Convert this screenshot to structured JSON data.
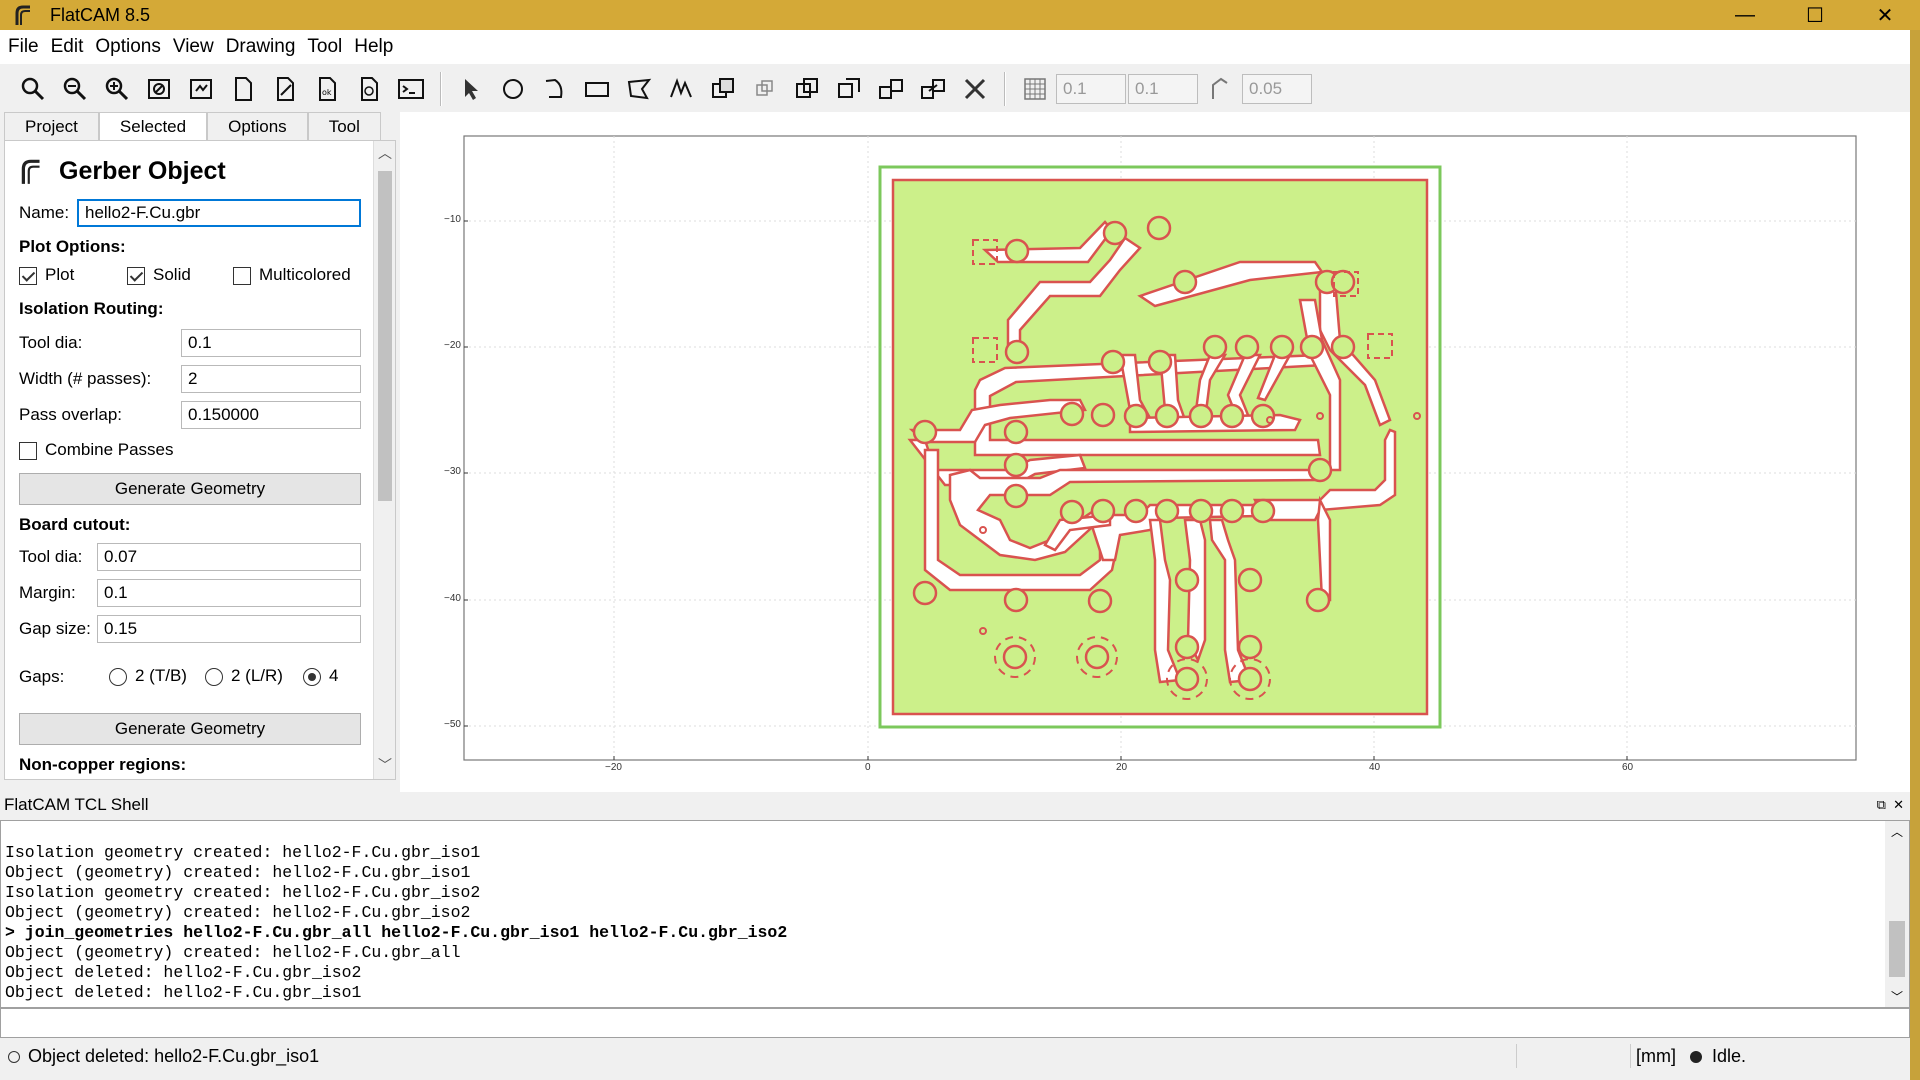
{
  "window": {
    "title": "FlatCAM 8.5",
    "minimize": "—",
    "maximize": "☐",
    "close": "✕"
  },
  "menu": [
    "File",
    "Edit",
    "Options",
    "View",
    "Drawing",
    "Tool",
    "Help"
  ],
  "toolbar": {
    "grid_x": "0.1",
    "grid_y": "0.1",
    "snap_max": "0.05"
  },
  "tabs": [
    "Project",
    "Selected",
    "Options",
    "Tool"
  ],
  "panel": {
    "heading": "Gerber Object",
    "name_label": "Name:",
    "name_value": "hello2-F.Cu.gbr",
    "plot_options_label": "Plot Options:",
    "plot_label": "Plot",
    "plot_checked": true,
    "solid_label": "Solid",
    "solid_checked": true,
    "multicolored_label": "Multicolored",
    "multicolored_checked": false,
    "isolation_label": "Isolation Routing:",
    "tool_dia_label": "Tool dia:",
    "tool_dia_value": "0.1",
    "width_label": "Width (# passes):",
    "width_value": "2",
    "overlap_label": "Pass overlap:",
    "overlap_value": "0.150000",
    "combine_label": "Combine Passes",
    "combine_checked": false,
    "generate_label": "Generate Geometry",
    "cutout_label": "Board cutout:",
    "cut_tool_dia_label": "Tool dia:",
    "cut_tool_dia_value": "0.07",
    "margin_label": "Margin:",
    "margin_value": "0.1",
    "gap_size_label": "Gap size:",
    "gap_size_value": "0.15",
    "gaps_label": "Gaps:",
    "gap_tb": "2 (T/B)",
    "gap_lr": "2 (L/R)",
    "gap_4": "4",
    "gap_selected": "4",
    "generate2_label": "Generate Geometry",
    "noncopper_label": "Non-copper regions:"
  },
  "plot": {
    "x_ticks": [
      "−20",
      "0",
      "20",
      "40",
      "60"
    ],
    "y_ticks": [
      "−10",
      "−20",
      "−30",
      "−40",
      "−50"
    ],
    "board_fill": "#ccf08a",
    "trace_color": "#d9534f",
    "outline_color": "#7cc85c"
  },
  "shell": {
    "title": "FlatCAM TCL Shell",
    "lines": [
      "Isolation geometry created: hello2-F.Cu.gbr_iso1",
      "Object (geometry) created: hello2-F.Cu.gbr_iso1",
      "Isolation geometry created: hello2-F.Cu.gbr_iso2",
      "Object (geometry) created: hello2-F.Cu.gbr_iso2",
      "> join_geometries hello2-F.Cu.gbr_all hello2-F.Cu.gbr_iso1 hello2-F.Cu.gbr_iso2",
      "Object (geometry) created: hello2-F.Cu.gbr_all",
      "Object deleted: hello2-F.Cu.gbr_iso2",
      "Object deleted: hello2-F.Cu.gbr_iso1"
    ]
  },
  "status": {
    "message": "Object deleted: hello2-F.Cu.gbr_iso1",
    "units": "[mm]",
    "state": "Idle."
  }
}
